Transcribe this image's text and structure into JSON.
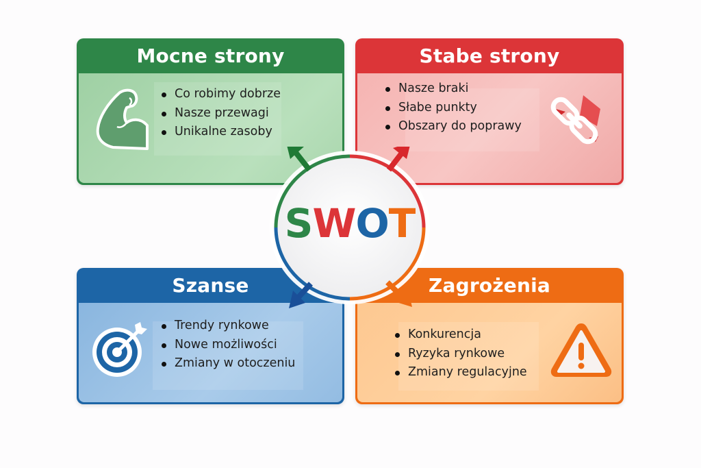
{
  "center": {
    "letters": [
      {
        "char": "S",
        "color": "#2e8648"
      },
      {
        "char": "W",
        "color": "#dc3538"
      },
      {
        "char": "O",
        "color": "#1d65a6"
      },
      {
        "char": "T",
        "color": "#ee6c14"
      }
    ]
  },
  "quadrants": {
    "strengths": {
      "title": "Mocne strony",
      "color": "#2e8648",
      "icon": "flexed-arm-icon",
      "items": [
        "Co robimy dobrze",
        "Nasze przewagi",
        "Unikalne zasoby"
      ]
    },
    "weaknesses": {
      "title": "Stabe strony",
      "color": "#dc3538",
      "icon": "broken-chain-link-icon",
      "items": [
        "Nasze braki",
        "Słabe punkty",
        "Obszary do poprawy"
      ]
    },
    "opportunities": {
      "title": "Szanse",
      "color": "#1d65a6",
      "icon": "target-icon",
      "items": [
        "Trendy rynkowe",
        "Nowe możliwości",
        "Zmiany w otoczeniu"
      ]
    },
    "threats": {
      "title": "Zagrożenia",
      "color": "#ee6c14",
      "icon": "warning-triangle-icon",
      "items": [
        "Konkurencja",
        "Ryzyka rynkowe",
        "Zmiany regulacyjne"
      ]
    }
  }
}
